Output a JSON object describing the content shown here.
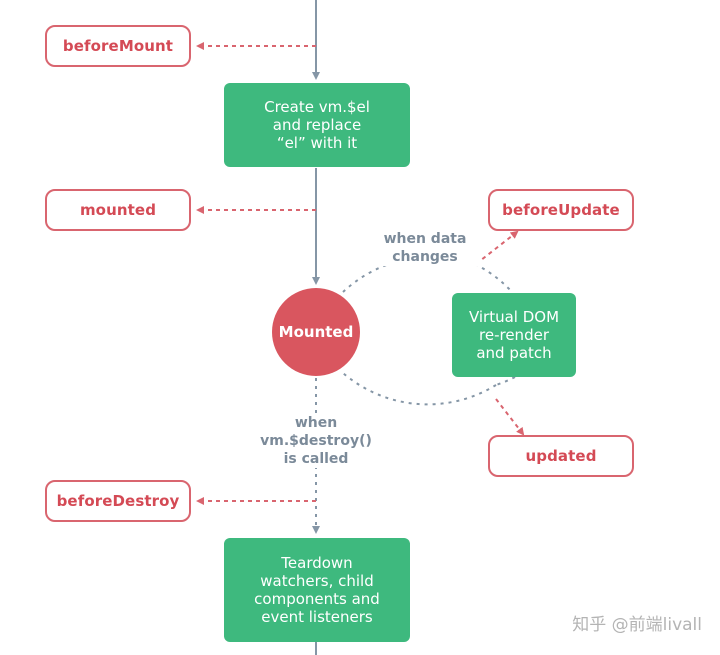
{
  "hooks": {
    "before_mount": "beforeMount",
    "mounted": "mounted",
    "before_update": "beforeUpdate",
    "updated": "updated",
    "before_destroy": "beforeDestroy"
  },
  "steps": {
    "create_el": [
      "Create vm.$el",
      "and replace",
      "“el” with it"
    ],
    "virtual_dom": [
      "Virtual DOM",
      "re-render",
      "and patch"
    ],
    "teardown": [
      "Teardown",
      "watchers, child",
      "components and",
      "event listeners"
    ]
  },
  "state": {
    "mounted": "Mounted"
  },
  "notes": {
    "when_data_changes": [
      "when data",
      "changes"
    ],
    "when_destroy_called": [
      "when",
      "vm.$destroy()",
      "is called"
    ]
  },
  "watermark": "知乎 @前端livall",
  "colors": {
    "hook_border": "#d9656f",
    "hook_text": "#d44a55",
    "step_fill": "#3eb97e",
    "mounted_fill": "#d9565f",
    "connector": "#8596a6",
    "note_text": "#7b8a99"
  }
}
